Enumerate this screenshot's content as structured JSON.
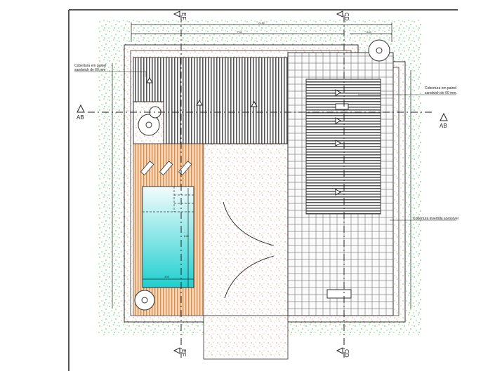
{
  "labels": {
    "roof_left": [
      "Cobertura em painel",
      "sandwich de 60 mm"
    ],
    "roof_right": [
      "Cobertura em painel",
      "sandwich de 60 mm."
    ],
    "roof_accessible": "Cobertura invertida acessível"
  },
  "sections": {
    "ab": "AB",
    "cd": "CD",
    "ef": "EF"
  },
  "dimensions": {
    "total": "21.60",
    "left": "7.60",
    "right": "5.60",
    "pool_width": "4.00",
    "pool_length": "8.00"
  },
  "colors": {
    "vegetation": "#2fbf2f",
    "gravel": "#e0643c",
    "deck": "#e8b888",
    "pool_top": "#f4fcfd",
    "pool_bottom": "#1ecfcf",
    "tile": "#f2f2f2"
  }
}
